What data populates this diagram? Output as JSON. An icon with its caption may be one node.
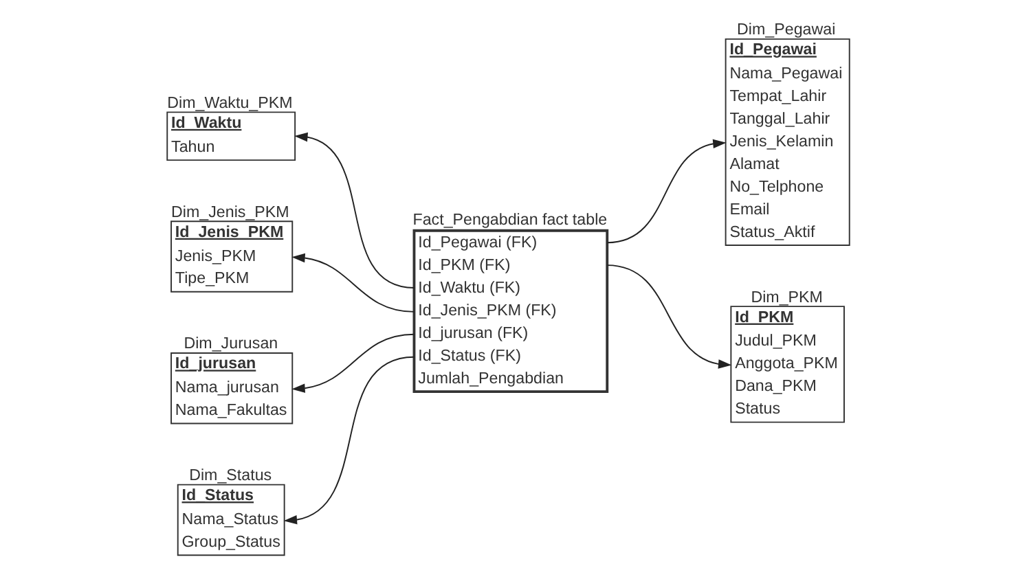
{
  "diagram": {
    "nodes": [
      {
        "text": [
          "Dim_Waktu_PKM",
          "Id_Waktu",
          "Tahun"
        ]
      },
      {
        "text": [
          "Dim_Pegawai",
          "Id_Pegawai",
          "Nama_Pegawai",
          "Tempat_Lahir",
          "Tanggal_Lahir",
          "Jenis_Kelamin",
          "Alamat",
          "No_Telphone",
          "Email",
          "Status_Aktif"
        ]
      },
      {
        "text": [
          "Fact_Pengabdian fact table",
          "Id_Pegawai (FK)",
          "Id_PKM (FK)",
          "Id_Waktu (FK)",
          "Id_Jenis_PKM (FK)",
          "Id_jurusan (FK)",
          "Id_Status (FK)",
          "Jumlah_Pengabdian"
        ]
      },
      {
        "text": [
          "Dim_Jenis_PKM",
          "Id_Jenis_PKM",
          "Jenis_PKM",
          "Tipe_PKM"
        ]
      },
      {
        "text": [
          "Dim_Jurusan",
          "Id_jurusan",
          "Nama_jurusan",
          "Nama_Fakultas"
        ]
      },
      {
        "text": [
          "Dim_PKM",
          "Id_PKM",
          "Judul_PKM",
          "Anggota_PKM",
          "Dana_PKM",
          "Status"
        ]
      },
      {
        "text": [
          "Dim_Status",
          "Id_Status",
          "Nama_Status",
          "Group_Status"
        ]
      }
    ],
    "edges": [
      {
        "from": 2,
        "to": 1,
        "arrow": "to"
      },
      {
        "from": 2,
        "to": 5,
        "arrow": "to"
      },
      {
        "from": 2,
        "to": 0,
        "arrow": "to"
      },
      {
        "from": 2,
        "to": 3,
        "arrow": "to"
      },
      {
        "from": 2,
        "to": 4,
        "arrow": "to"
      },
      {
        "from": 2,
        "to": 6,
        "arrow": "to"
      }
    ]
  }
}
